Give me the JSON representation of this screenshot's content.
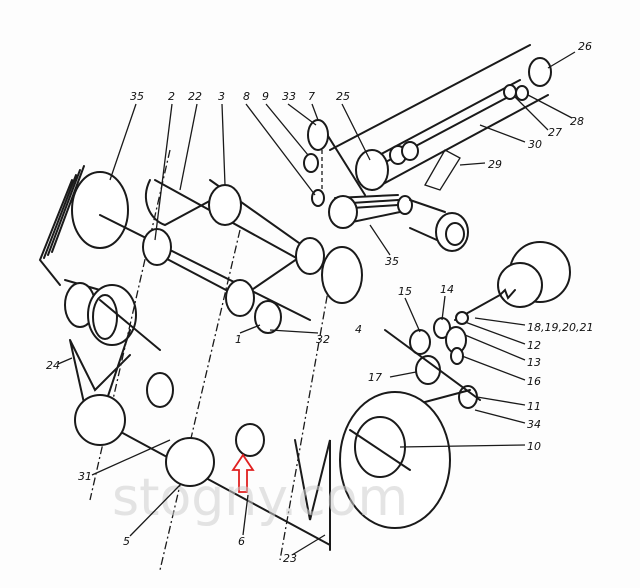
{
  "diagram": {
    "type": "kinematic-scheme",
    "labels": {
      "l35a": "35",
      "l2": "2",
      "l22": "22",
      "l3": "3",
      "l8": "8",
      "l9": "9",
      "l33": "33",
      "l7": "7",
      "l25": "25",
      "l26": "26",
      "l28": "28",
      "l27": "27",
      "l30": "30",
      "l29": "29",
      "l35b": "35",
      "l15": "15",
      "l14": "14",
      "l18": "18,19,20,21",
      "l12": "12",
      "l13": "13",
      "l16": "16",
      "l11": "11",
      "l34": "34",
      "l10": "10",
      "l17": "17",
      "l24": "24",
      "l1": "1",
      "l32": "32",
      "l4": "4",
      "l31": "31",
      "l5": "5",
      "l6": "6",
      "l23": "23"
    },
    "watermark": "stogny.com",
    "colors": {
      "line": "#1a1a1a",
      "arrow": "#e02020"
    }
  }
}
